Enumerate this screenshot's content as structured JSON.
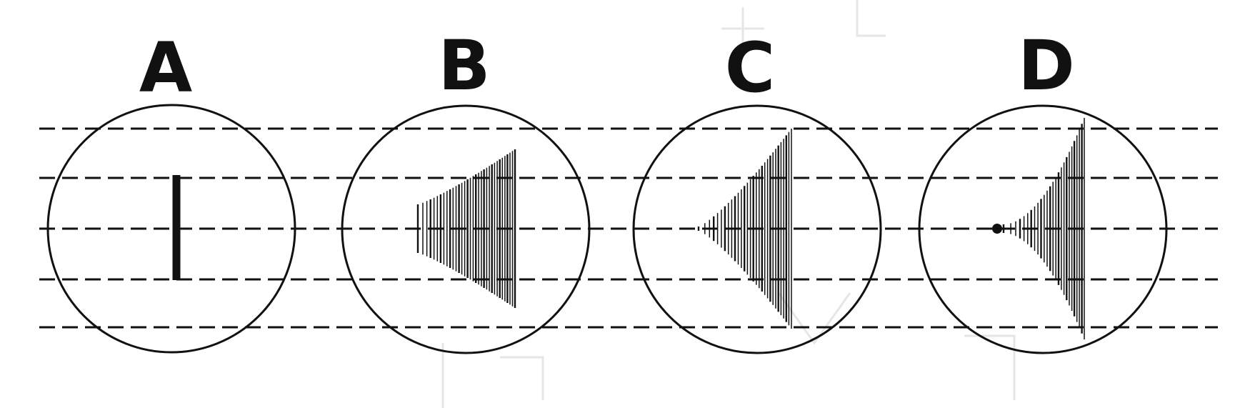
{
  "panels": [
    {
      "label": "A",
      "pattern": "single-vertical-bar"
    },
    {
      "label": "B",
      "pattern": "wedge-narrow-tip"
    },
    {
      "label": "C",
      "pattern": "wedge-pointed-tip"
    },
    {
      "label": "D",
      "pattern": "wedge-dot-tip"
    }
  ],
  "colors": {
    "ink": "#111111",
    "background": "#ffffff",
    "bleed_through": "#e6e6e6"
  }
}
